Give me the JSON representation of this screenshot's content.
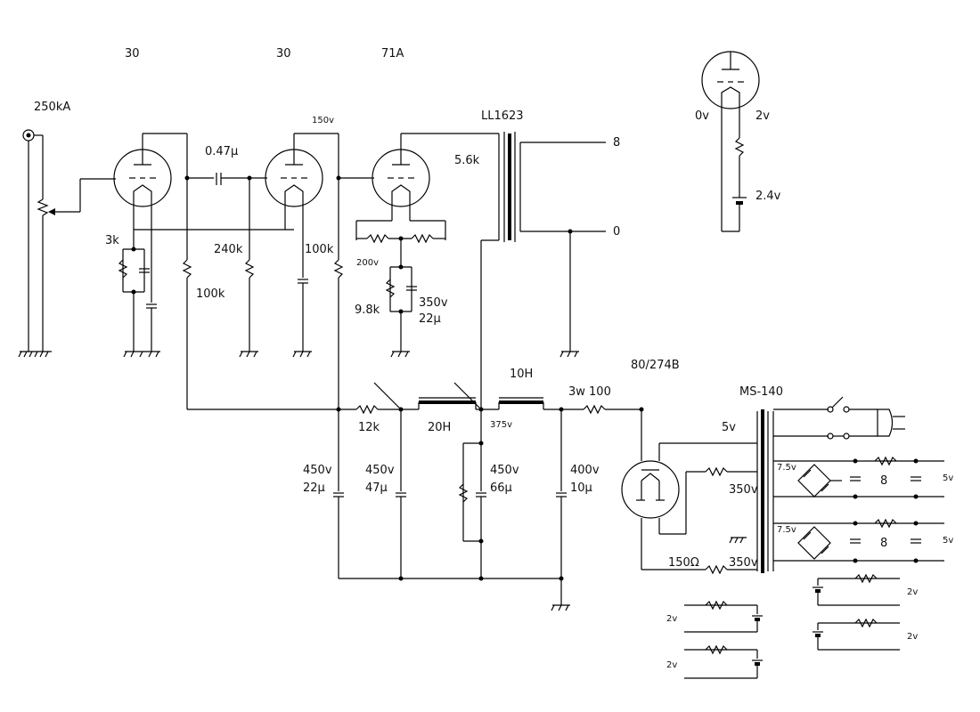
{
  "tubes": {
    "v1": "30",
    "v2": "30",
    "v3": "71A",
    "rectifier": "80/274B"
  },
  "input": {
    "volume": "250kA"
  },
  "components": {
    "r_3k": "3k",
    "c_coupling": "0.47μ",
    "r_240k": "240k",
    "r_100k_a": "100k",
    "r_100k_b": "100k",
    "r_12k": "12k",
    "r_9_8k": "9.8k",
    "c_bias_v": "350v",
    "c_bias_c": "22μ",
    "r_3w100": "3w 100",
    "r_150ohm": "150Ω"
  },
  "voltages": {
    "b150": "150v",
    "b200": "200v",
    "b375": "375v"
  },
  "transformers": {
    "output": "LL1623",
    "primary_z": "5.6k",
    "tap_8": "8",
    "tap_0": "0",
    "power": "MS-140",
    "sec_5v": "5v",
    "sec_350a": "350v",
    "sec_350b": "350v",
    "sec_7_5a": "7.5v",
    "sec_7_5b": "7.5v"
  },
  "chokes": {
    "ch1": "20H",
    "ch2": "10H"
  },
  "capacitors": {
    "c1_v": "450v",
    "c1_c": "22μ",
    "c2_v": "450v",
    "c2_c": "47μ",
    "c3_v": "450v",
    "c3_c": "66μ",
    "c4_v": "400v",
    "c4_c": "10μ"
  },
  "heater": {
    "r_8a": "8",
    "r_8b": "8",
    "out_5a": "5v",
    "out_5b": "5v",
    "b1": "2v",
    "b2": "2v",
    "b3": "2v",
    "b4": "2v"
  },
  "filament_ref": {
    "k": "0v",
    "f": "2v",
    "batt": "2.4v"
  }
}
